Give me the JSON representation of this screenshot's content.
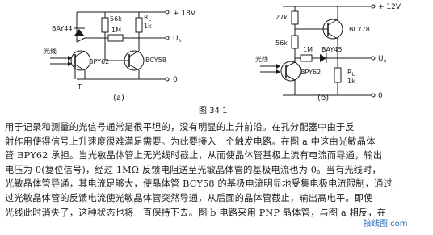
{
  "circuit_a": {
    "supply": "+ 18V",
    "r_56k": "56k",
    "r_1m": "1M",
    "rl_label": "R",
    "rl_sub": "L",
    "rl_value": "1k",
    "diode": "BAY44",
    "light_label": "光线",
    "photo_transistor": "BPY62",
    "transistor": "BCY58",
    "output": "U",
    "output_sub": "o",
    "ground": "0",
    "t_label": "T",
    "caption": "(a)"
  },
  "circuit_b": {
    "supply": "+ 12V",
    "r_27k": "27k",
    "r_56k": "56k",
    "transistor": "BCY78",
    "r_1m": "1M",
    "diode": "BAY45",
    "light_label": "光线",
    "photo_transistor": "BPY62",
    "output": "U",
    "output_sub": "a",
    "rl_label": "R",
    "rl_sub": "L",
    "rl_value": "1k",
    "ground": "0",
    "caption": "(b)"
  },
  "figure_caption": "图 34.1",
  "text_lines": [
    "用于记录和测量的光信号通常是很平坦的，没有明显的上升前沿。在孔分配器中由于反",
    "射作用使得信号上升速度很难满足需要。为此要接入一个触发电路。在图 a 中这由光敏晶体",
    "管 BPY62 承担。当光敏晶体管上无光线时截止，从而使晶体管基极上流有电流而导通，输出",
    "电压为 0(复位信号)，经过 1MΩ 反馈电阻送至光敏晶体管的基极电流也为 0。当有光线时，",
    "光敏晶体管导通，其电流足够大，使晶体管 BCY58 的基极电流明显地受集电极电流限制，通过",
    "过光敏晶体管的反馈电流使光敏晶体管突然导通，从后面的晶体管截止，输出高电平。即使",
    "光线此时消失了，这种状态也将一直保持下去。图 b 电路采用 PNP 晶体管，与图 a 相反，在"
  ],
  "watermark": "接线图.com"
}
